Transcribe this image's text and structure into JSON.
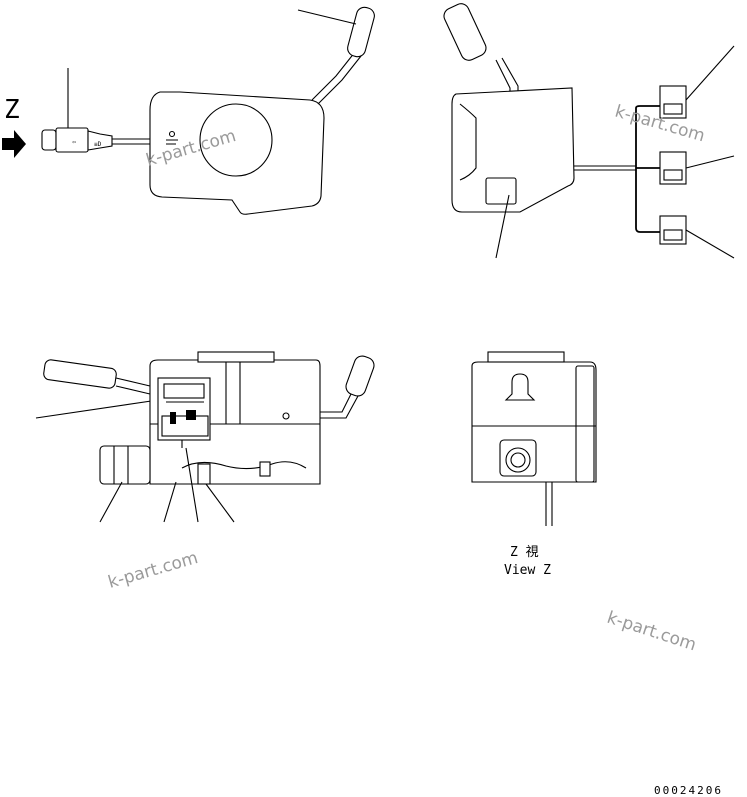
{
  "view_marker": {
    "letter": "Z"
  },
  "view_label": {
    "japanese": "Z 視",
    "english": "View Z"
  },
  "switch_label": "",
  "watermarks": [
    "k-part.com",
    "k-part.com",
    "k-part.com",
    "k-part.com"
  ],
  "drawing_number": "00024206",
  "colors": {
    "line": "#000000",
    "watermark": "#9a9a9a",
    "background": "#ffffff"
  }
}
